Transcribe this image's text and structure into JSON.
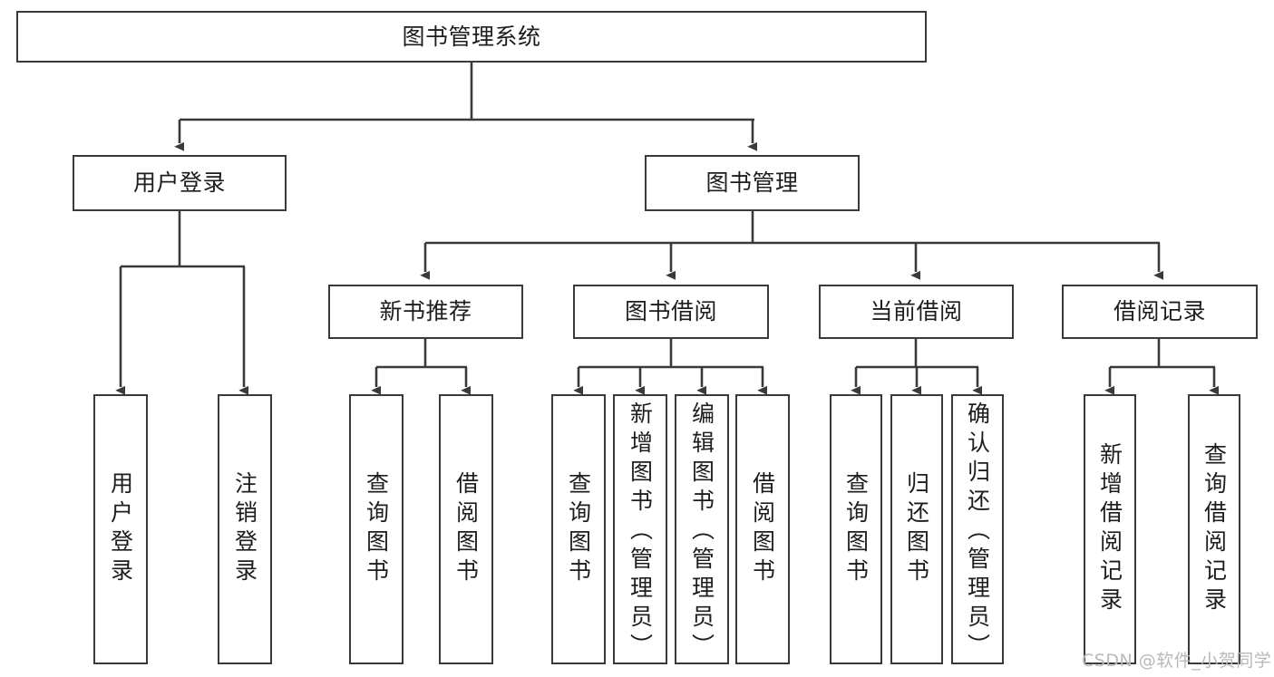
{
  "diagram": {
    "type": "tree-hierarchy",
    "title": "图书管理系统",
    "root": {
      "id": "root",
      "label": "图书管理系统",
      "orientation": "horizontal"
    },
    "level2": [
      {
        "id": "user-login",
        "label": "用户登录",
        "orientation": "horizontal"
      },
      {
        "id": "book-manage",
        "label": "图书管理",
        "orientation": "horizontal"
      }
    ],
    "level3": [
      {
        "id": "new-book-recommend",
        "label": "新书推荐",
        "orientation": "horizontal",
        "parent": "book-manage"
      },
      {
        "id": "book-borrow",
        "label": "图书借阅",
        "orientation": "horizontal",
        "parent": "book-manage"
      },
      {
        "id": "current-borrow",
        "label": "当前借阅",
        "orientation": "horizontal",
        "parent": "book-manage"
      },
      {
        "id": "borrow-record",
        "label": "借阅记录",
        "orientation": "horizontal",
        "parent": "book-manage"
      }
    ],
    "leaves": {
      "user_login": [
        {
          "id": "leaf-user-login",
          "label": "用户登录",
          "orientation": "vertical"
        },
        {
          "id": "leaf-user-logout",
          "label": "注销登录",
          "orientation": "vertical"
        }
      ],
      "new_book_recommend": [
        {
          "id": "leaf-query-book-1",
          "label": "查询图书",
          "orientation": "vertical"
        },
        {
          "id": "leaf-borrow-book-1",
          "label": "借阅图书",
          "orientation": "vertical"
        }
      ],
      "book_borrow": [
        {
          "id": "leaf-query-book-2",
          "label": "查询图书",
          "orientation": "vertical"
        },
        {
          "id": "leaf-add-book",
          "label": "新增图书（管理员）",
          "orientation": "vertical"
        },
        {
          "id": "leaf-edit-book",
          "label": "编辑图书（管理员）",
          "orientation": "vertical"
        },
        {
          "id": "leaf-borrow-book-2",
          "label": "借阅图书",
          "orientation": "vertical"
        }
      ],
      "current_borrow": [
        {
          "id": "leaf-query-book-3",
          "label": "查询图书",
          "orientation": "vertical"
        },
        {
          "id": "leaf-return-book",
          "label": "归还图书",
          "orientation": "vertical"
        },
        {
          "id": "leaf-confirm-return",
          "label": "确认归还（管理员）",
          "orientation": "vertical"
        }
      ],
      "borrow_record": [
        {
          "id": "leaf-add-record",
          "label": "新增借阅记录",
          "orientation": "vertical"
        },
        {
          "id": "leaf-query-record",
          "label": "查询借阅记录",
          "orientation": "vertical"
        }
      ]
    },
    "colors": {
      "stroke": "#3a3a3a",
      "text": "#1d1d1d",
      "background": "#ffffff",
      "watermark": "#b9b9b9"
    }
  },
  "watermark": {
    "text": "CSDN @软件_小贺同学"
  }
}
